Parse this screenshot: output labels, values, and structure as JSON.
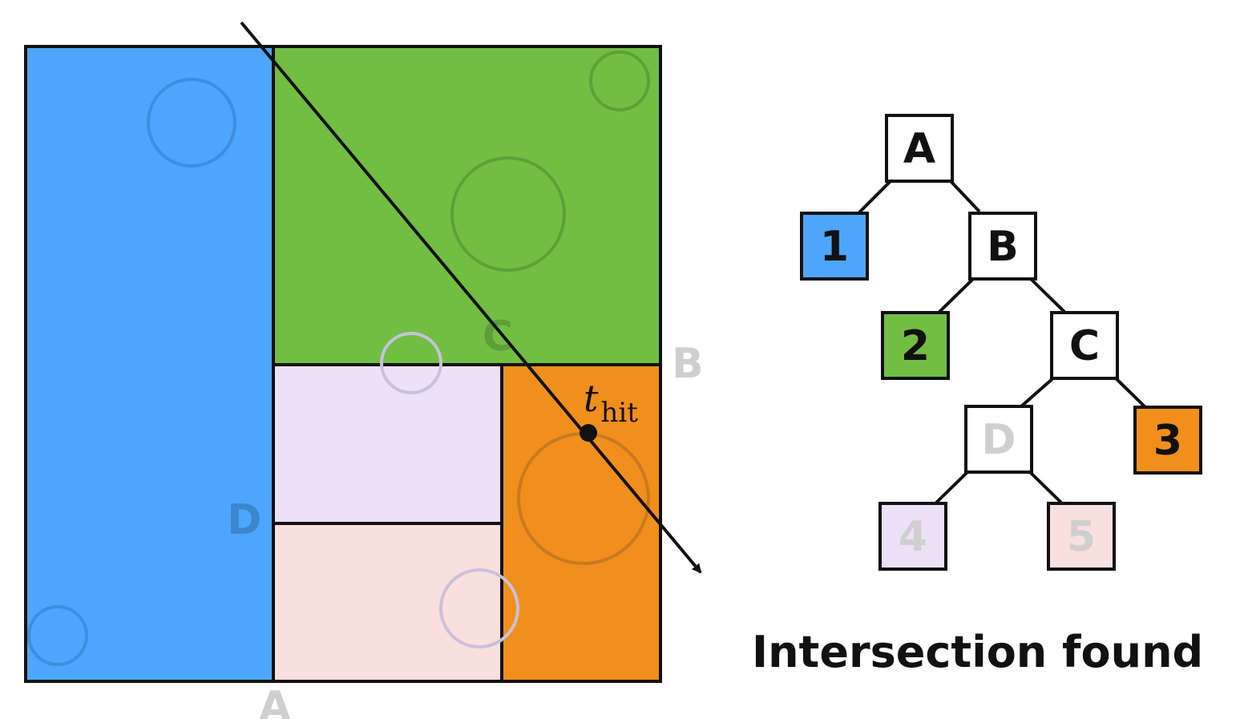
{
  "colors": {
    "blue": "#4da6fb",
    "green": "#72be43",
    "orange": "#f18f1c",
    "lavender": "#ede0f7",
    "pink": "#f9dfdd",
    "white": "#ffffff",
    "label_gray": "#cfcfcf"
  },
  "scene": {
    "split_labels": {
      "a": "A",
      "b": "B",
      "c": "C",
      "d": "D"
    },
    "hit_label": {
      "var": "t",
      "sub": "hit"
    }
  },
  "tree": {
    "nodes": {
      "A": {
        "label": "A"
      },
      "1": {
        "label": "1"
      },
      "B": {
        "label": "B"
      },
      "2": {
        "label": "2"
      },
      "C": {
        "label": "C"
      },
      "D": {
        "label": "D"
      },
      "3": {
        "label": "3"
      },
      "4": {
        "label": "4"
      },
      "5": {
        "label": "5"
      }
    }
  },
  "caption": "Intersection found"
}
